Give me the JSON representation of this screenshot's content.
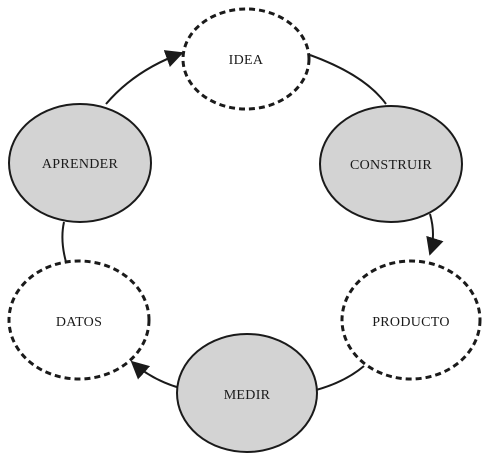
{
  "diagram": {
    "nodes": [
      {
        "id": "idea",
        "label": "IDEA",
        "style": "dashed"
      },
      {
        "id": "construir",
        "label": "CONSTRUIR",
        "style": "solid"
      },
      {
        "id": "producto",
        "label": "PRODUCTO",
        "style": "dashed"
      },
      {
        "id": "medir",
        "label": "MEDIR",
        "style": "solid"
      },
      {
        "id": "datos",
        "label": "DATOS",
        "style": "dashed"
      },
      {
        "id": "aprender",
        "label": "APRENDER",
        "style": "solid"
      }
    ],
    "edges": [
      {
        "from": "idea",
        "to": "construir",
        "arrowhead": false
      },
      {
        "from": "construir",
        "to": "producto",
        "arrowhead": true
      },
      {
        "from": "producto",
        "to": "medir",
        "arrowhead": false
      },
      {
        "from": "medir",
        "to": "datos",
        "arrowhead": true
      },
      {
        "from": "datos",
        "to": "aprender",
        "arrowhead": false
      },
      {
        "from": "aprender",
        "to": "idea",
        "arrowhead": true
      }
    ],
    "colors": {
      "solid_fill": "#d3d3d3",
      "dashed_fill": "#ffffff",
      "stroke": "#1a1a1a"
    }
  }
}
